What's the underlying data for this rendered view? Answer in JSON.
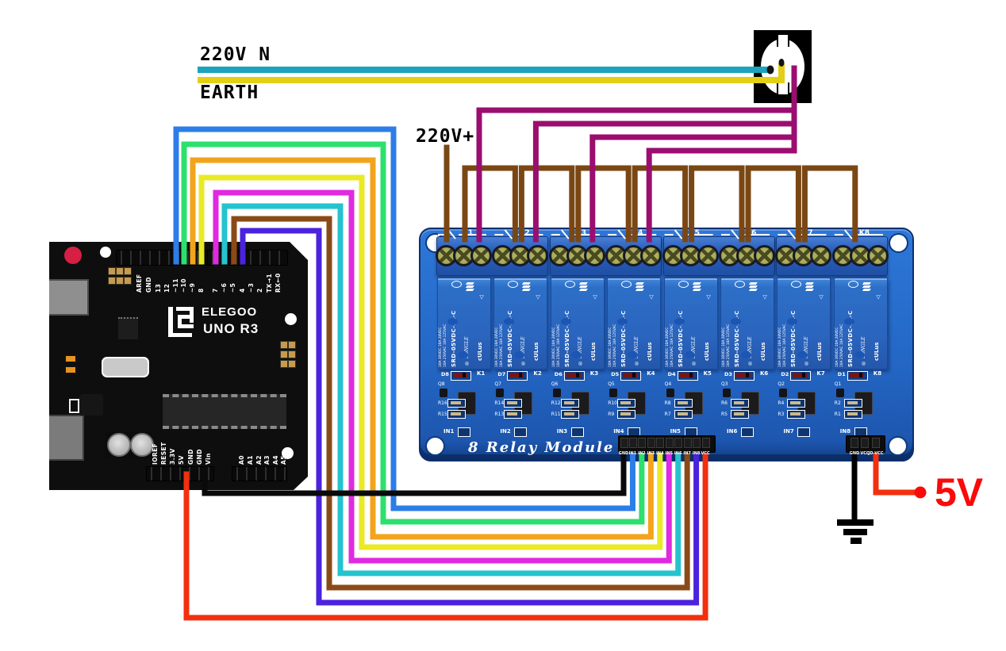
{
  "labels": {
    "mains_neutral": "220V N",
    "earth": "EARTH",
    "mains_live": "220V+",
    "supply_5v": "5V"
  },
  "arduino": {
    "brand": "ELEGOO",
    "model": "UNO R3",
    "digital_pins": [
      "AREF",
      "GND",
      "13",
      "12",
      "~11",
      "~10",
      "~9",
      "8",
      "7",
      "~6",
      "~5",
      "4",
      "~3",
      "2",
      "TX→1",
      "RX←0"
    ],
    "power_pins": [
      "IOREF",
      "RESET",
      "3.3V",
      "5V",
      "GND",
      "GND",
      "Vin"
    ],
    "analog_pins": [
      "A0",
      "A1",
      "A2",
      "A3",
      "A4",
      "A5"
    ]
  },
  "relay_module": {
    "title": "8 Relay Module",
    "relay_body": {
      "ratings_line1": "10A 250VAC 10A 125VAC",
      "ratings_line2": "10A 30VDC 10A 28VDC",
      "part_number": "SRD-05VDC-SL-C",
      "brand": "® SONGLE",
      "ul_mark": "cULus",
      "tri_mark": "△"
    },
    "relays": [
      {
        "id": "K1",
        "input": "IN1",
        "diode": "D8",
        "transistor": "Q8",
        "r_top": "R16",
        "r_bot": "R15"
      },
      {
        "id": "K2",
        "input": "IN2",
        "diode": "D7",
        "transistor": "Q7",
        "r_top": "R14",
        "r_bot": "R13"
      },
      {
        "id": "K3",
        "input": "IN3",
        "diode": "D6",
        "transistor": "Q6",
        "r_top": "R12",
        "r_bot": "R11"
      },
      {
        "id": "K4",
        "input": "IN4",
        "diode": "D5",
        "transistor": "Q5",
        "r_top": "R10",
        "r_bot": "R9"
      },
      {
        "id": "K5",
        "input": "IN5",
        "diode": "D4",
        "transistor": "Q4",
        "r_top": "R8",
        "r_bot": "R7"
      },
      {
        "id": "K6",
        "input": "IN6",
        "diode": "D3",
        "transistor": "Q3",
        "r_top": "R6",
        "r_bot": "R5"
      },
      {
        "id": "K7",
        "input": "IN7",
        "diode": "D2",
        "transistor": "Q2",
        "r_top": "R4",
        "r_bot": "R3"
      },
      {
        "id": "K8",
        "input": "IN8",
        "diode": "D1",
        "transistor": "Q1",
        "r_top": "R2",
        "r_bot": "R1"
      }
    ],
    "input_header": [
      "GND",
      "IN1",
      "IN2",
      "IN3",
      "IN4",
      "IN5",
      "IN6",
      "IN7",
      "IN8",
      "VCC"
    ],
    "power_header": [
      "GND",
      "VCC",
      "JD-VCC"
    ]
  },
  "wires": [
    {
      "id": "live_feed",
      "from": "220V+",
      "to": "K1 COM",
      "color": "#7a4714"
    },
    {
      "id": "live_bus_1",
      "from": "K1",
      "to": "K2",
      "color": "#7a4714"
    },
    {
      "id": "live_bus_2",
      "from": "K2",
      "to": "K3",
      "color": "#7a4714"
    },
    {
      "id": "live_bus_3",
      "from": "K3",
      "to": "K4",
      "color": "#7a4714"
    },
    {
      "id": "live_bus_4",
      "from": "K4",
      "to": "K5",
      "color": "#7a4714"
    },
    {
      "id": "live_bus_5",
      "from": "K5",
      "to": "K6",
      "color": "#7a4714"
    },
    {
      "id": "live_bus_6",
      "from": "K6",
      "to": "K7",
      "color": "#7a4714"
    },
    {
      "id": "live_bus_7",
      "from": "K7",
      "to": "K8",
      "color": "#7a4714"
    },
    {
      "id": "live_k1",
      "from": "socket-live",
      "to": "K1 NO",
      "color": "#9b0e70"
    },
    {
      "id": "live_k2",
      "from": "socket-live",
      "to": "K2 NO",
      "color": "#9b0e70"
    },
    {
      "id": "live_k3",
      "from": "socket-live",
      "to": "K3 NO",
      "color": "#9b0e70"
    },
    {
      "id": "live_k4",
      "from": "socket-live",
      "to": "K4 NO",
      "color": "#9b0e70"
    },
    {
      "id": "neutral",
      "from": "220V N",
      "to": "socket-neutral",
      "color": "#1ba4bc"
    },
    {
      "id": "earth",
      "from": "EARTH",
      "to": "socket-earth",
      "color": "#e3cf14"
    },
    {
      "id": "ctrl_in1",
      "from": "~11",
      "to": "IN1",
      "color": "#2c7de8"
    },
    {
      "id": "ctrl_in2",
      "from": "~10",
      "to": "IN2",
      "color": "#2de06e"
    },
    {
      "id": "ctrl_in3",
      "from": "~9",
      "to": "IN3",
      "color": "#f2a41c"
    },
    {
      "id": "ctrl_in4",
      "from": "8",
      "to": "IN4",
      "color": "#e9ea25"
    },
    {
      "id": "ctrl_in5",
      "from": "7",
      "to": "IN5",
      "color": "#e02ae0"
    },
    {
      "id": "ctrl_in6",
      "from": "~6",
      "to": "IN6",
      "color": "#25c3cf"
    },
    {
      "id": "ctrl_in7",
      "from": "~5",
      "to": "IN7",
      "color": "#8a4a17"
    },
    {
      "id": "ctrl_in8",
      "from": "4",
      "to": "IN8",
      "color": "#4b22dd"
    },
    {
      "id": "gnd",
      "from": "GND",
      "to": "GND",
      "color": "#0a0a0a"
    },
    {
      "id": "vcc",
      "from": "5V",
      "to": "VCC",
      "color": "#f2300f"
    },
    {
      "id": "module_gnd",
      "from": "GND",
      "to": "earth-ground",
      "color": "#000000"
    },
    {
      "id": "module_5v",
      "from": "JD-VCC",
      "to": "5V",
      "color": "#f2300f"
    }
  ],
  "colors": {
    "pcb_blue": "#2468c6",
    "relay_blue": "#2d6fc7",
    "accent_red": "#fa0a0a"
  }
}
